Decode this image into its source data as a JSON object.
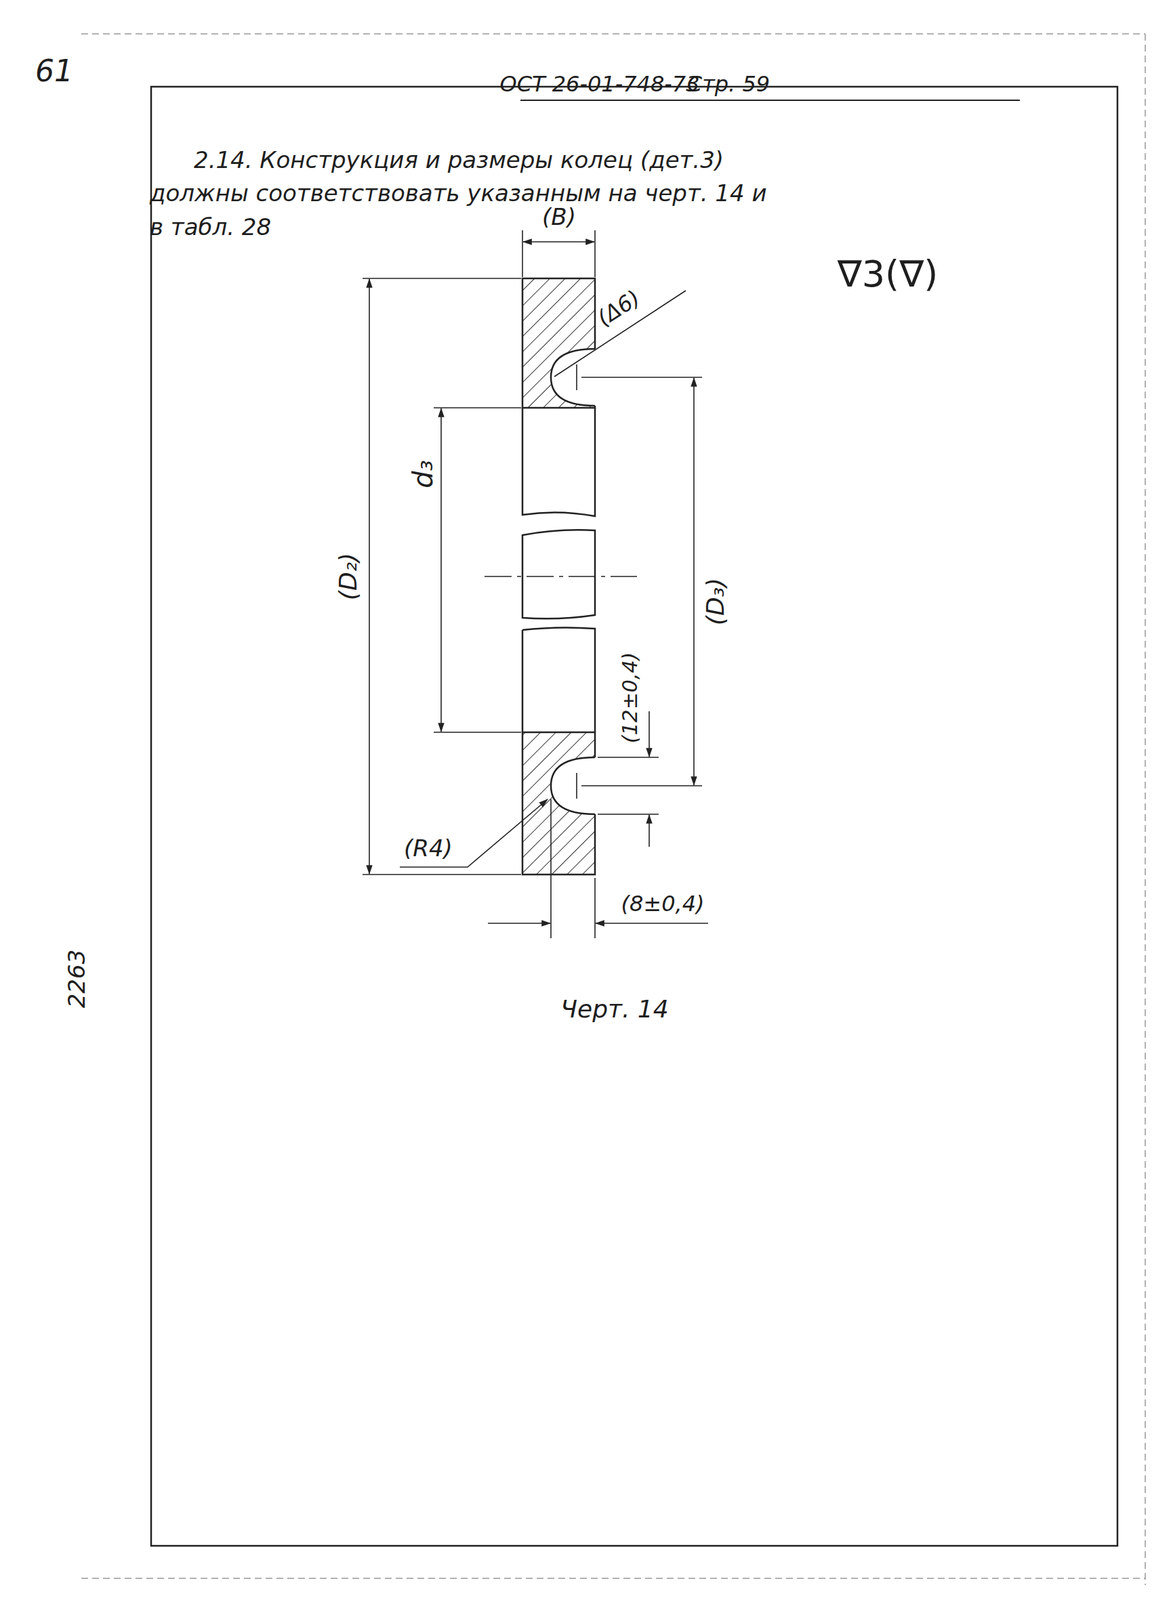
{
  "diagram": {
    "caption": "Черт. 14",
    "labels": [
      "61",
      "ОСТ 26-01-748-73",
      "Стр. 59",
      "2.14. Конструкция и размеры колец (дет.3) должны соответствовать указанным на черт. 14 и в табл. 28",
      "(B)",
      "∇3(∇)",
      "(Δ6)",
      "(D₂)",
      "d₃",
      "(D₃)",
      "(12±0,4)",
      "(R4)",
      "(8±0,4)",
      "2263"
    ]
  }
}
